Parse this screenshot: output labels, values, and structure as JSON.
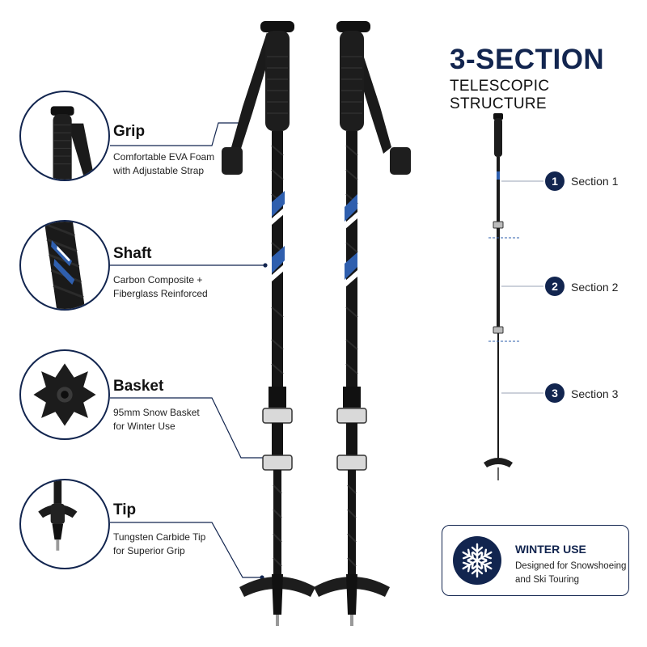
{
  "heading": {
    "main": "3-SECTION",
    "sub": "TELESCOPIC STRUCTURE"
  },
  "features": [
    {
      "title": "Grip",
      "desc": "Comfortable EVA Foam\nwith Adjustable Strap",
      "icon": "grip-closeup-icon"
    },
    {
      "title": "Shaft",
      "desc": "Carbon Composite +\nFiberglass Reinforced",
      "icon": "shaft-closeup-icon"
    },
    {
      "title": "Basket",
      "desc": "95mm Snow Basket\nfor Winter Use",
      "icon": "basket-closeup-icon"
    },
    {
      "title": "Tip",
      "desc": "Tungsten Carbide Tip\nfor Superior Grip",
      "icon": "tip-closeup-icon"
    }
  ],
  "sections": [
    {
      "number": "1",
      "label": "Section 1"
    },
    {
      "number": "2",
      "label": "Section 2"
    },
    {
      "number": "3",
      "label": "Section 3"
    }
  ],
  "winter": {
    "title": "WINTER USE",
    "desc": "Designed for Snowshoeing\nand Ski Touring",
    "icon": "snowflake-icon"
  },
  "colors": {
    "navy": "#12254f",
    "accent_blue": "#2f5fae",
    "pole_black": "#151515"
  }
}
